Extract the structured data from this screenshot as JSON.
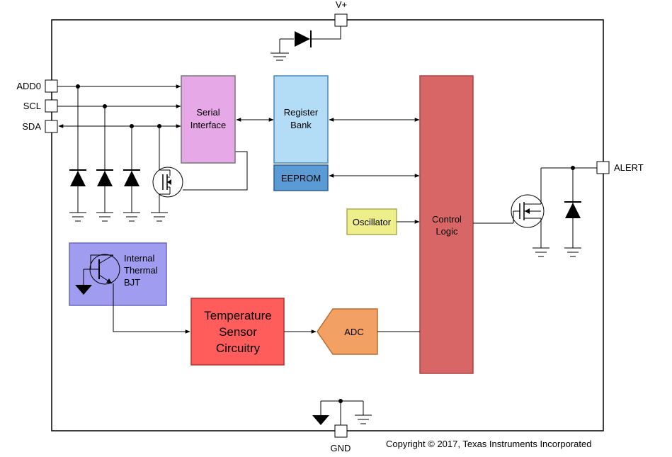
{
  "pins": {
    "vplus": "V+",
    "add0": "ADD0",
    "scl": "SCL",
    "sda": "SDA",
    "alert": "ALERT",
    "gnd": "GND"
  },
  "blocks": {
    "serial_interface": [
      "Serial",
      "Interface"
    ],
    "register_bank": [
      "Register",
      "Bank"
    ],
    "eeprom": "EEPROM",
    "oscillator": "Oscillator",
    "control_logic": [
      "Control",
      "Logic"
    ],
    "internal_bjt": [
      "Internal",
      "Thermal",
      "BJT"
    ],
    "temperature_sensor": [
      "Temperature",
      "Sensor",
      "Circuitry"
    ],
    "adc": "ADC"
  },
  "colors": {
    "serial_interface": "#e6a8e6",
    "register_bank": "#b3ddf7",
    "eeprom": "#5b9bd5",
    "oscillator": "#eeee8a",
    "control_logic": "#d96666",
    "internal_bjt": "#a09cf0",
    "temperature_sensor": "#ff5c5c",
    "adc": "#f2a064"
  },
  "copyright": "Copyright © 2017, Texas Instruments Incorporated"
}
